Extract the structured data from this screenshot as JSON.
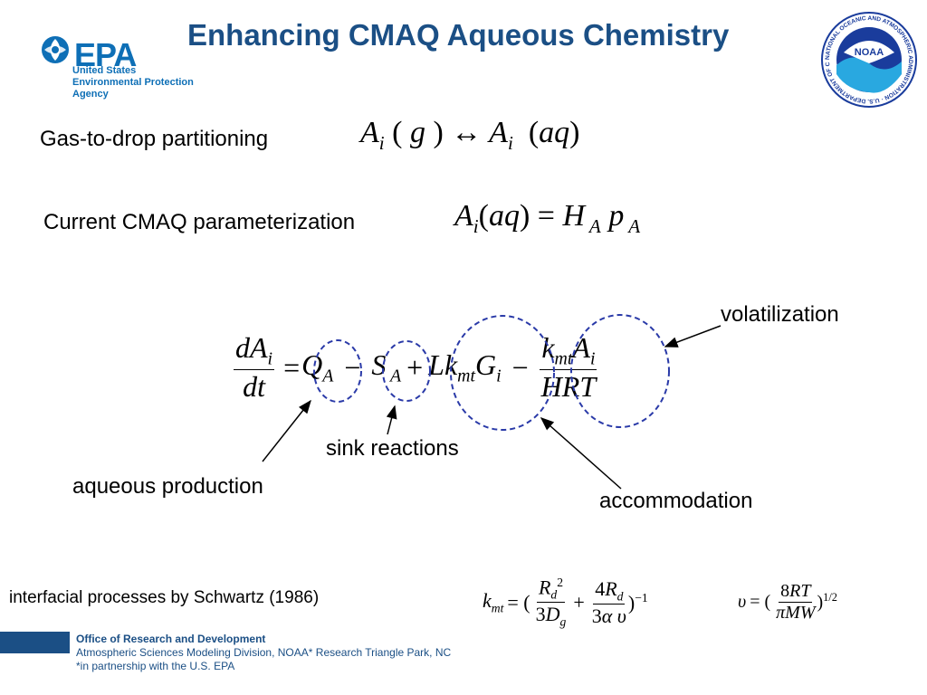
{
  "header": {
    "title": "Enhancing CMAQ Aqueous Chemistry",
    "epa_logo": {
      "mark": "EPA",
      "agency_lines": [
        "United States",
        "Environmental Protection",
        "Agency"
      ]
    },
    "noaa_logo": {
      "center_text": "NOAA",
      "ring_text": "NATIONAL OCEANIC AND ATMOSPHERIC ADMINISTRATION · U.S. DEPARTMENT OF COMMERCE"
    }
  },
  "rows": [
    {
      "label": "Gas-to-drop partitioning"
    },
    {
      "label": "Current CMAQ parameterization"
    }
  ],
  "annotations": {
    "volatilization": "volatilization",
    "sink_reactions": "sink reactions",
    "aqueous_production": "aqueous production",
    "accommodation": "accommodation"
  },
  "bottom": {
    "schwartz_label": "interfacial processes by Schwartz (1986)"
  },
  "footer": {
    "line1": "Office of Research and Development",
    "line2": "Atmospheric Sciences Modeling Division, NOAA* Research Triangle Park, NC",
    "line3": "*in partnership with the U.S. EPA"
  },
  "colors": {
    "title": "#1b4f85",
    "epa_blue": "#0e6fb6",
    "noaa_blue": "#1a3c9c",
    "circle": "#2a3aa8"
  }
}
